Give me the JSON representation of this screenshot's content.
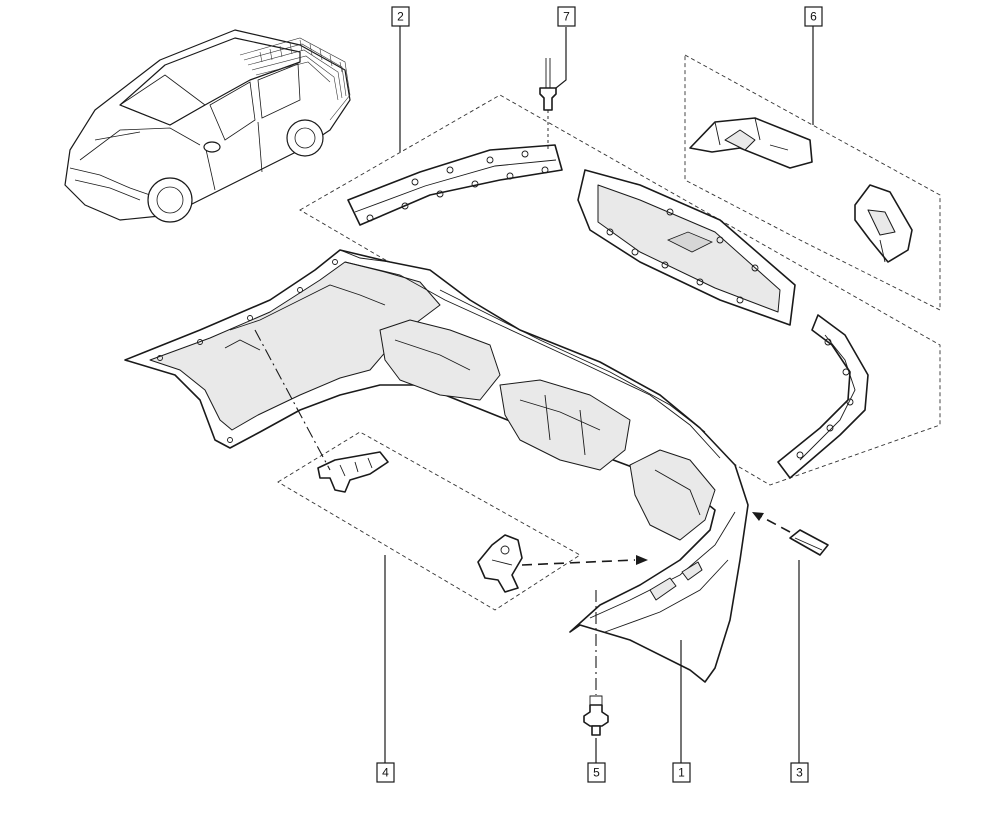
{
  "callouts": [
    {
      "id": "1",
      "label": "1"
    },
    {
      "id": "2",
      "label": "2"
    },
    {
      "id": "3",
      "label": "3"
    },
    {
      "id": "4",
      "label": "4"
    },
    {
      "id": "5",
      "label": "5"
    },
    {
      "id": "6",
      "label": "6"
    },
    {
      "id": "7",
      "label": "7"
    }
  ],
  "colors": {
    "line": "#1a1a1a",
    "fill": "#ffffff",
    "shade": "#e9e9e9"
  }
}
